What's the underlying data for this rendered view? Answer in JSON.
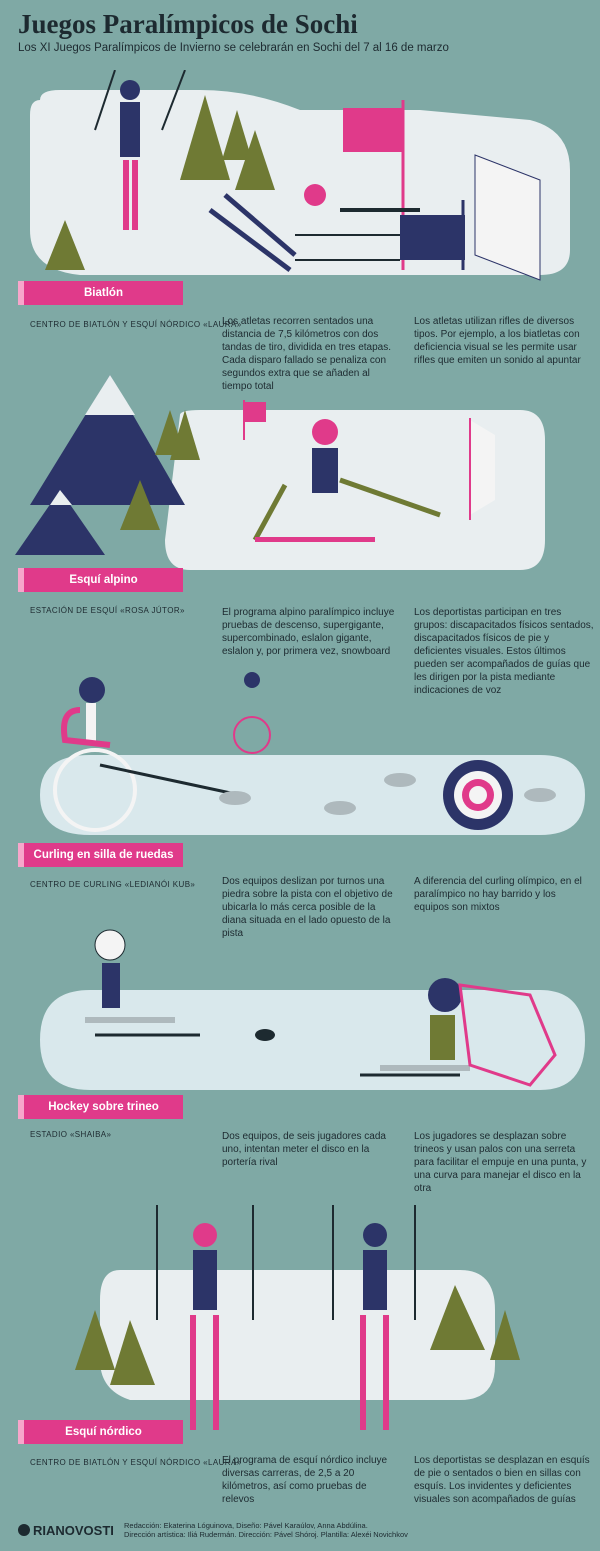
{
  "header": {
    "title": "Juegos Paralímpicos de Sochi",
    "subtitle": "Los XI Juegos Paralímpicos de Invierno se celebrarán en Sochi del 7 al 16 de marzo"
  },
  "colors": {
    "background": "#7fa9a5",
    "accent_pink": "#e03a8a",
    "navy": "#2c3468",
    "olive": "#6f7a34",
    "snow": "#e9eef0"
  },
  "sections": [
    {
      "label": "Biatlón",
      "venue": "Centro de biatlón y esquí nórdico «Laura»",
      "text1": "Los atletas recorren sentados una distancia de 7,5 kilómetros con dos tandas de tiro, dividida en tres etapas. Cada disparo fallado se penaliza con segundos extra que se añaden al tiempo total",
      "text2": "Los atletas utilizan rifles de diversos tipos. Por ejemplo, a los biatletas con deficiencia visual se les permite usar rifles que emiten un sonido al apuntar"
    },
    {
      "label": "Esquí alpino",
      "venue": "Estación de esquí «Rosa Jútor»",
      "text1": "El programa alpino paralímpico incluye pruebas de descenso, supergigante, supercombinado, eslalon gigante, eslalon y, por primera vez, snowboard",
      "text2": "Los deportistas participan en tres grupos: discapacitados físicos sentados, discapacitados físicos de pie y deficientes visuales. Estos últimos pueden ser acompañados de guías que les dirigen por la pista mediante indicaciones de voz"
    },
    {
      "label": "Curling en silla de ruedas",
      "venue": "Centro de curling «Ledianói Kub»",
      "text1": "Dos equipos deslizan por turnos una piedra sobre la pista con el objetivo de ubicarla lo más cerca posible de la diana situada en el lado opuesto de la pista",
      "text2": "A diferencia del curling olímpico, en el paralímpico no hay barrido y los equipos son mixtos"
    },
    {
      "label": "Hockey sobre trineo",
      "venue": "Estadio «Shaiba»",
      "text1": "Dos equipos, de seis jugadores cada uno, intentan meter el disco en la portería rival",
      "text2": "Los jugadores se desplazan sobre trineos y usan palos con una serreta para facilitar el empuje en una punta, y una curva para manejar el disco en la otra"
    },
    {
      "label": "Esquí nórdico",
      "venue": "Centro de biatlón y esquí nórdico «Laura»",
      "text1": "El programa de esquí nórdico incluye diversas carreras, de 2,5 a 20 kilómetros, así como pruebas de relevos",
      "text2": "Los deportistas se desplazan en esquís de pie o sentados o bien en sillas con esquís. Los invidentes y deficientes visuales son acompañados de guías"
    }
  ],
  "footer": {
    "logo": "RIANOVOSTI",
    "credits_line1": "Redacción: Ekaterina Lóguinova, Diseño: Pável Karaúlov, Anna Abdúlina.",
    "credits_line2": "Dirección artística: Iliá Rudermán. Dirección: Pável Shóroj. Plantilla: Alexéi Novichkov"
  }
}
